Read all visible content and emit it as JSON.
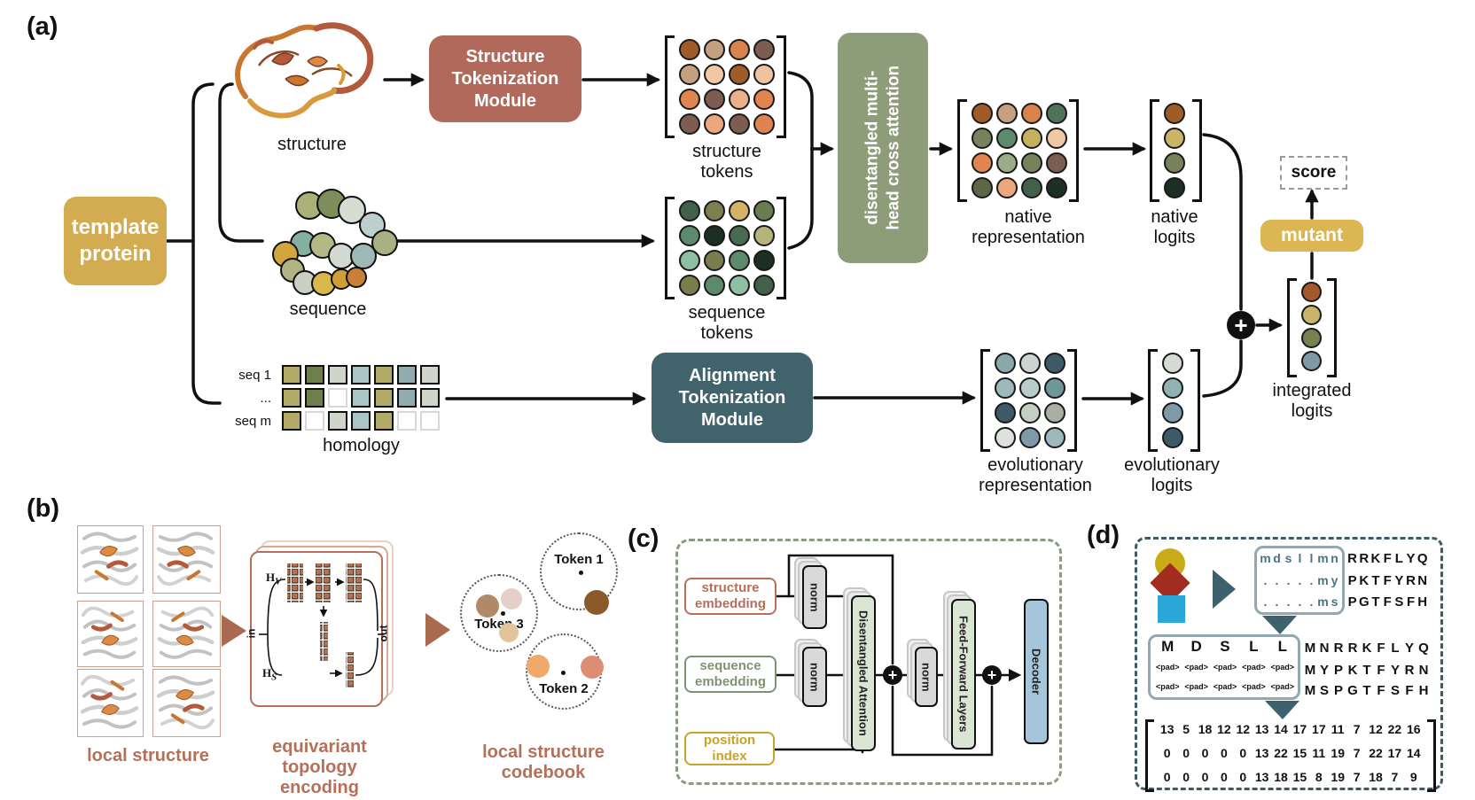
{
  "colors": {
    "template_gold": "#d3ab51",
    "structure_module_bg": "#b0695a",
    "alignment_module_bg": "#41646c",
    "attention_module_bg": "#8d9c79",
    "mutant_gold": "#ddb654",
    "panel_b_accent": "#b5705a",
    "panel_c_border": "#8a9c7c",
    "panel_d_border": "#3d5a66",
    "teal_letter": "#4a7380",
    "triangle_teal": "#3e616e",
    "decoder_blue": "#a5c6da",
    "block_green": "#dbe5d3",
    "norm_gray": "#d9d9d9"
  },
  "panel_a": {
    "label": "(a)",
    "template_protein": "template\nprotein",
    "structure_caption": "structure",
    "sequence_caption": "sequence",
    "homology_caption": "homology",
    "seq_row_labels": {
      "r1": "seq 1",
      "r2": "...",
      "r3": "seq m"
    },
    "structure_module": "Structure\nTokenization\nModule",
    "alignment_module": "Alignment\nTokenization\nModule",
    "attention_module": "disentangled multi-\nhead cross attention",
    "labels": {
      "structure_tokens": "structure\ntokens",
      "sequence_tokens": "sequence\ntokens",
      "native_representation": "native\nrepresentation",
      "native_logits": "native\nlogits",
      "evolutionary_representation": "evolutionary\nrepresentation",
      "evolutionary_logits": "evolutionary\nlogits",
      "integrated_logits": "integrated\nlogits",
      "mutant": "mutant",
      "score": "score",
      "plus": "+"
    },
    "grids": {
      "structure_tokens": [
        [
          "#a05c28",
          "#c3a180",
          "#d8824e",
          "#7d5c52"
        ],
        [
          "#c3a180",
          "#f0c8a6",
          "#a05c28",
          "#efc2a0"
        ],
        [
          "#e08550",
          "#7d5c52",
          "#eab089",
          "#e08550"
        ],
        [
          "#7d5c52",
          "#eba87f",
          "#7d5c52",
          "#df8351"
        ]
      ],
      "sequence_tokens": [
        [
          "#42604a",
          "#7c7f50",
          "#d6b269",
          "#6b7c52"
        ],
        [
          "#5d8a6c",
          "#1d2e24",
          "#4a6b52",
          "#b5b47a"
        ],
        [
          "#8fbfa3",
          "#7a7d4d",
          "#5d8a6c",
          "#1d2e24"
        ],
        [
          "#7a7d4d",
          "#5d8a6c",
          "#8fbfa3",
          "#42604a"
        ]
      ],
      "native_representation": [
        [
          "#a05c28",
          "#c3a180",
          "#d8824e",
          "#4f7359"
        ],
        [
          "#77815b",
          "#5d8a6c",
          "#c3b160",
          "#f0c8a6"
        ],
        [
          "#e08550",
          "#9aac8a",
          "#77815b",
          "#7d5c52"
        ],
        [
          "#5d6647",
          "#eba87f",
          "#42604a",
          "#1d2e24"
        ]
      ],
      "evolutionary_representation": [
        [
          "#8aa8ab",
          "#ccd4cf",
          "#3d5a66"
        ],
        [
          "#9fb8bb",
          "#b8cdc9",
          "#6f9699"
        ],
        [
          "#3d5a66",
          "#c3cfc5",
          "#a9afa3"
        ],
        [
          "#dde2dc",
          "#8099a8",
          "#9fb8bb"
        ]
      ],
      "native_logits": [
        "#a05c28",
        "#c9b468",
        "#77815b",
        "#1d2e24"
      ],
      "evolutionary_logits": [
        "#d5dad4",
        "#8fb3b3",
        "#8099a8",
        "#3d5a66"
      ],
      "integrated_logits": [
        "#a3592a",
        "#c9b468",
        "#77814f",
        "#8099a8"
      ]
    },
    "homology_grid": [
      [
        "#b2ab68",
        "#6f7f4c",
        "#cfd5ca",
        "#abc5c7",
        "#b2ab68",
        "#92abae",
        "#cfd5ca"
      ],
      [
        "#b2ab68",
        "#6f7f4c",
        null,
        "#abc5c7",
        "#b2ab68",
        "#92abae",
        "#cfd5ca"
      ],
      [
        "#b2ab68",
        null,
        "#cfd5ca",
        "#abc5c7",
        "#b2ab68",
        null,
        null
      ]
    ],
    "sequence_beads": [
      [
        47,
        38,
        28,
        "#aab077"
      ],
      [
        72,
        36,
        30,
        "#7d8e5b"
      ],
      [
        95,
        43,
        28,
        "#d7dcd4"
      ],
      [
        118,
        60,
        26,
        "#bccfcc"
      ],
      [
        132,
        80,
        26,
        "#a8b183"
      ],
      [
        40,
        81,
        26,
        "#83b0a2"
      ],
      [
        62,
        83,
        26,
        "#b3b887"
      ],
      [
        83,
        95,
        26,
        "#d3d8d2"
      ],
      [
        108,
        95,
        26,
        "#9db8b5"
      ],
      [
        20,
        93,
        26,
        "#d2a63d"
      ],
      [
        28,
        111,
        24,
        "#b1b383"
      ],
      [
        42,
        125,
        24,
        "#c9cfc4"
      ],
      [
        63,
        126,
        24,
        "#d8b84a"
      ],
      [
        83,
        121,
        20,
        "#cf9f33"
      ],
      [
        100,
        119,
        20,
        "#c97f35"
      ]
    ]
  },
  "panel_b": {
    "label": "(b)",
    "local_structure_caption": "local structure",
    "encoding_caption": "equivariant topology\nencoding",
    "codebook_caption": "local structure\ncodebook",
    "hv": {
      "base": "H",
      "sub": "V"
    },
    "hs": {
      "base": "H",
      "sub": "S"
    },
    "in_label": "in",
    "out_label": "out",
    "tokens": {
      "t1": {
        "label": "Token 1",
        "dots": [
          [
            44,
            43,
            5,
            "#111111"
          ],
          [
            62,
            77,
            28,
            "#8b5a2b"
          ]
        ]
      },
      "t2": {
        "label": "Token 2",
        "dots": [
          [
            40,
            42,
            5,
            "#111111"
          ],
          [
            12,
            35,
            26,
            "#efa96b"
          ],
          [
            73,
            36,
            26,
            "#dd8e72"
          ]
        ]
      },
      "t3": {
        "label": "Token 3",
        "dots": [
          [
            46,
            42,
            5,
            "#111111"
          ],
          [
            29,
            34,
            26,
            "#b08968"
          ],
          [
            56,
            26,
            24,
            "#e5cfcb"
          ],
          [
            53,
            64,
            22,
            "#e3c49a"
          ]
        ]
      }
    }
  },
  "panel_c": {
    "label": "(c)",
    "structure_embedding": "structure\nembedding",
    "sequence_embedding": "sequence\nembedding",
    "position_index": "position index",
    "norm": "norm",
    "attention": "Disentangled Attention",
    "ffn": "Feed-Forward Layers",
    "decoder": "Decoder",
    "plus": "+"
  },
  "panel_d": {
    "label": "(d)",
    "alignment_rows": {
      "r1": {
        "highlight": "mdsllmn",
        "rest": "RRKFLYQ"
      },
      "r2": {
        "highlight": ".....my",
        "rest": "PKTFYRN"
      },
      "r3": {
        "highlight": ".....ms",
        "rest": "PGTFSFH"
      }
    },
    "tokenized_rows": {
      "r1": {
        "cells": [
          "M",
          "D",
          "S",
          "L",
          "L"
        ],
        "rest": "MNRRKFLYQ"
      },
      "r2": {
        "cells": [
          "<pad>",
          "<pad>",
          "<pad>",
          "<pad>",
          "<pad>"
        ],
        "rest": "MYPKTFYRN"
      },
      "r3": {
        "cells": [
          "<pad>",
          "<pad>",
          "<pad>",
          "<pad>",
          "<pad>"
        ],
        "rest": "MSPGTFSFH"
      }
    },
    "matrix": [
      [
        13,
        5,
        18,
        12,
        12,
        13,
        14,
        17,
        17,
        11,
        7,
        12,
        22,
        16
      ],
      [
        0,
        0,
        0,
        0,
        0,
        13,
        22,
        15,
        11,
        19,
        7,
        22,
        17,
        14
      ],
      [
        0,
        0,
        0,
        0,
        0,
        13,
        18,
        15,
        8,
        19,
        7,
        18,
        7,
        9
      ]
    ]
  }
}
